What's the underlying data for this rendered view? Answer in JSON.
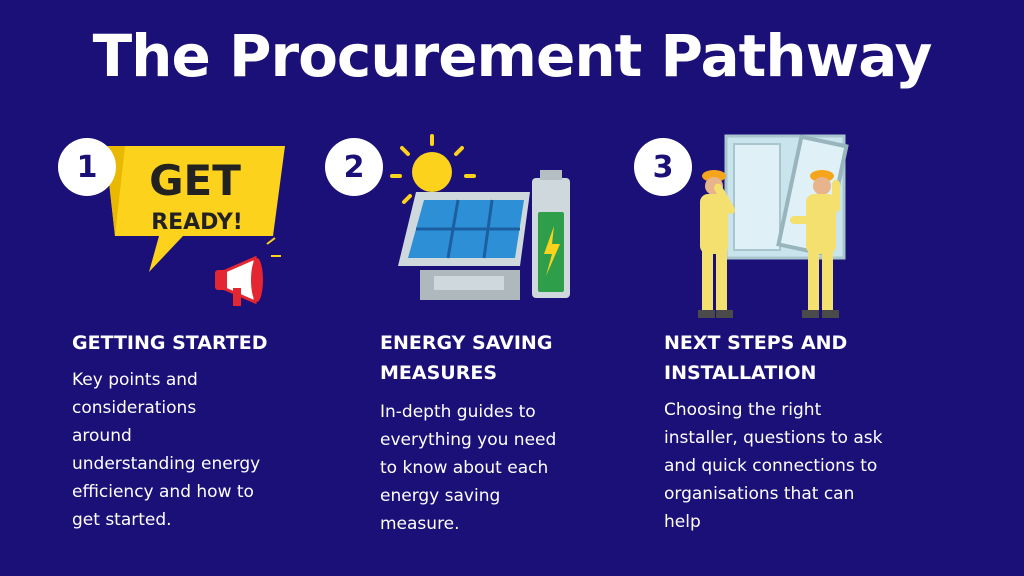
{
  "title": "The Procurement Pathway",
  "steps": [
    {
      "number": "1",
      "heading": "GETTING STARTED",
      "description_lines": [
        "Key points and",
        "considerations",
        "around",
        "understanding energy",
        "efficiency and how to",
        "get started."
      ],
      "illustration": {
        "icon": "get-ready-megaphone-icon",
        "banner_line1": "GET",
        "banner_line2": "READY!"
      }
    },
    {
      "number": "2",
      "heading_lines": [
        "ENERGY SAVING",
        "MEASURES"
      ],
      "description_lines": [
        "In-depth guides to",
        "everything you need",
        "to know about each",
        "energy saving",
        "measure."
      ],
      "illustration": {
        "icon": "solar-panel-battery-icon"
      }
    },
    {
      "number": "3",
      "heading_lines": [
        "NEXT STEPS AND",
        "INSTALLATION"
      ],
      "description_lines": [
        "Choosing the right",
        "installer, questions to ask",
        "and quick connections to",
        "organisations that can",
        "help"
      ],
      "illustration": {
        "icon": "window-installers-icon"
      }
    }
  ],
  "colors": {
    "background": "#1b0f78",
    "accent_yellow": "#fcd21d",
    "white": "#ffffff"
  }
}
